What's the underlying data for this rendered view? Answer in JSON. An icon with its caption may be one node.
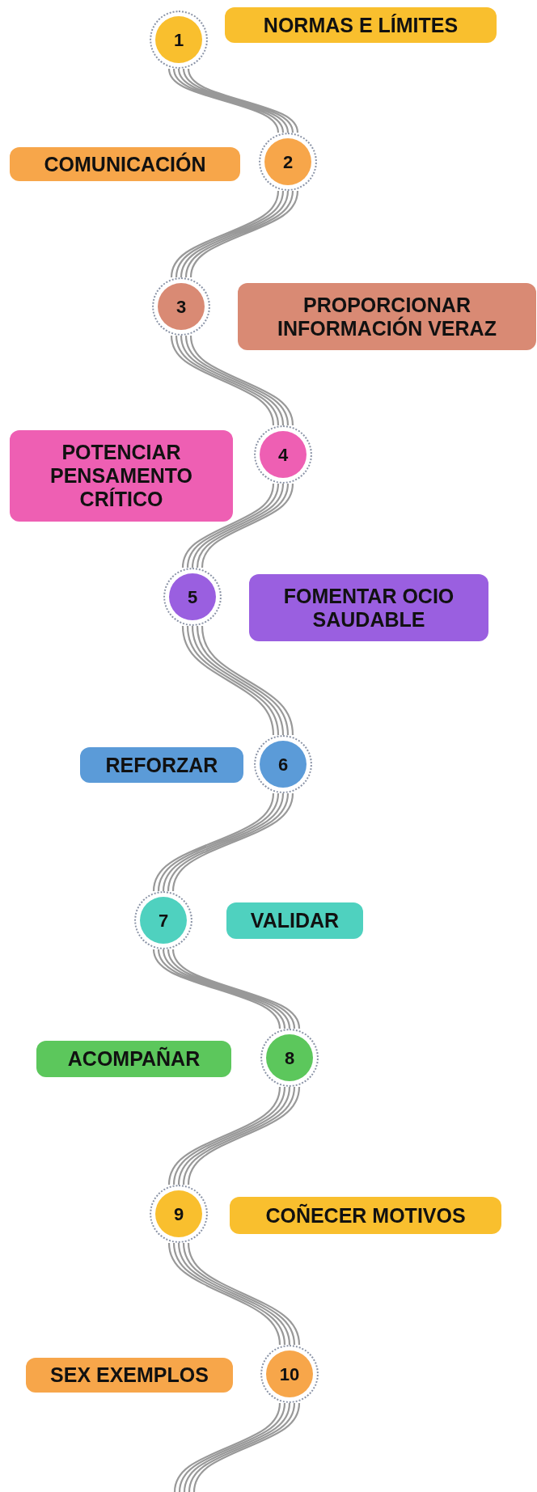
{
  "diagram": {
    "nodes": [
      {
        "text": [
          "1"
        ]
      },
      {
        "text": [
          "NORMAS E LÍMITES"
        ]
      },
      {
        "text": [
          "2"
        ]
      },
      {
        "text": [
          "COMUNICACIÓN"
        ]
      },
      {
        "text": [
          "3"
        ]
      },
      {
        "text": [
          "PROPORCIONAR INFORMACIÓN VERAZ"
        ]
      },
      {
        "text": [
          "4"
        ]
      },
      {
        "text": [
          "POTENCIAR PENSAMENTO CRÍTICO"
        ]
      },
      {
        "text": [
          "5"
        ]
      },
      {
        "text": [
          "FOMENTAR OCIO SAUDABLE"
        ]
      },
      {
        "text": [
          "6"
        ]
      },
      {
        "text": [
          "REFORZAR"
        ]
      },
      {
        "text": [
          "7"
        ]
      },
      {
        "text": [
          "VALIDAR"
        ]
      },
      {
        "text": [
          "8"
        ]
      },
      {
        "text": [
          "ACOMPAÑAR"
        ]
      },
      {
        "text": [
          "9"
        ]
      },
      {
        "text": [
          "COÑECER MOTIVOS"
        ]
      },
      {
        "text": [
          "10"
        ]
      },
      {
        "text": [
          "SEX EXEMPLOS"
        ]
      }
    ],
    "edges": [
      {
        "from": 0,
        "to": 2,
        "arrow": "none"
      },
      {
        "from": 2,
        "to": 4,
        "arrow": "none"
      },
      {
        "from": 4,
        "to": 6,
        "arrow": "none"
      },
      {
        "from": 6,
        "to": 8,
        "arrow": "none"
      },
      {
        "from": 8,
        "to": 10,
        "arrow": "none"
      },
      {
        "from": 10,
        "to": 12,
        "arrow": "none"
      },
      {
        "from": 12,
        "to": 14,
        "arrow": "none"
      },
      {
        "from": 14,
        "to": 16,
        "arrow": "none"
      },
      {
        "from": 16,
        "to": 18,
        "arrow": "none"
      },
      {
        "from": 18,
        "to": null,
        "arrow": "none"
      }
    ]
  }
}
